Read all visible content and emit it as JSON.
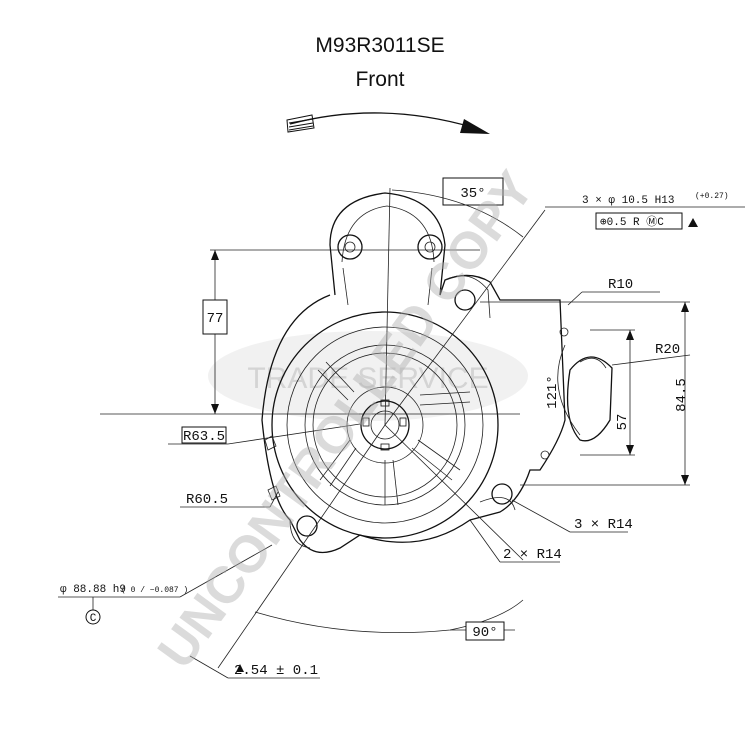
{
  "title": {
    "model": "M93R3011SE",
    "view": "Front"
  },
  "watermark": {
    "service": "TRADE SERVICE",
    "stamp": "UNCONTROLLED COPY"
  },
  "dimensions": {
    "rotation_angle": "35°",
    "holes_spec": "3 × φ 10.5  H13",
    "holes_tolerance": "(+0.27)",
    "position_tolerance": "⊕0.5 R ⓂC",
    "radius_top": "R10",
    "radius_cover": "R20",
    "height_77": "77",
    "height_84": "84.5",
    "height_57": "57",
    "angle_121": "121°",
    "radius_63": "R63.5",
    "radius_60": "R60.5",
    "radius_14_three": "3 × R14",
    "radius_14_two": "2 × R14",
    "pilot_diameter": "φ 88.88  h9",
    "pilot_tolerance": "( 0 / −0.087 )",
    "datum_c": "C",
    "angle_90": "90°",
    "offset": "2.54 ± 0.1"
  },
  "colors": {
    "line": "#111111",
    "watermark": "#b0b0b0"
  }
}
